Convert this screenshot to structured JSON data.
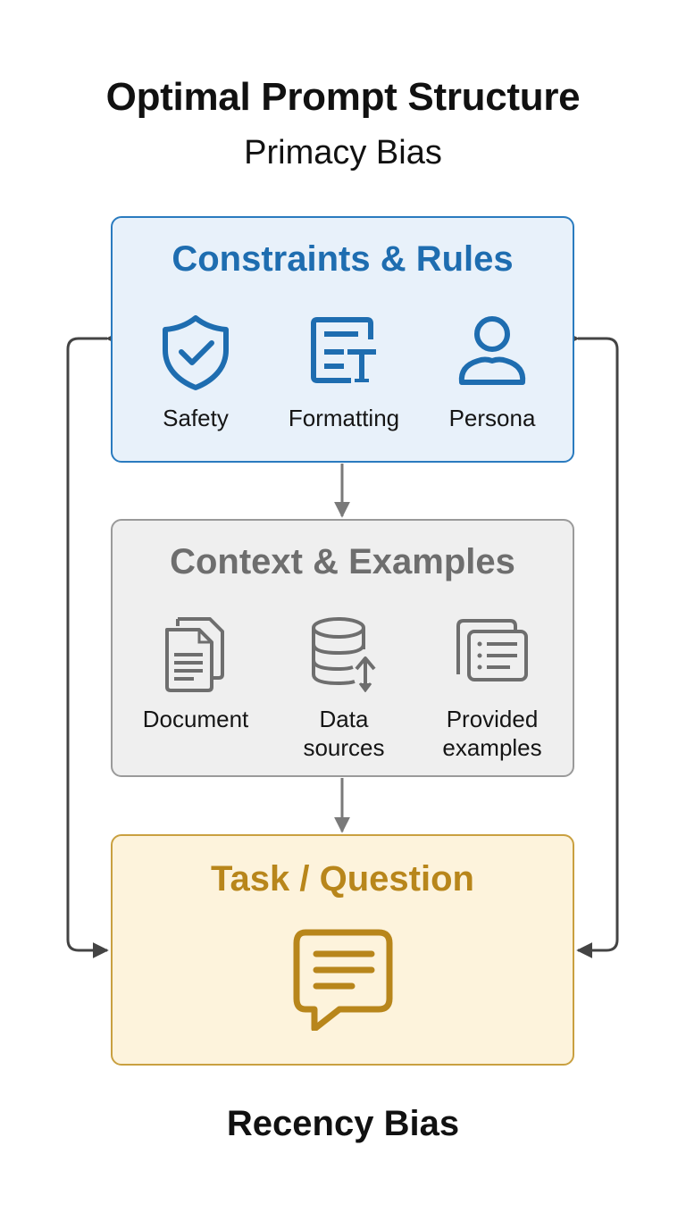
{
  "header": {
    "title": "Optimal Prompt Structure",
    "subtitle": "Primacy Bias"
  },
  "footer": {
    "label": "Recency Bias"
  },
  "colors": {
    "blue": "#1e6db0",
    "blue_bg": "#e8f1fa",
    "gray": "#6e6e6e",
    "gray_bg": "#efefef",
    "gold": "#b8861b",
    "gold_bg": "#fdf3dc",
    "arrow": "#444444"
  },
  "sections": [
    {
      "title": "Constraints & Rules",
      "items": [
        {
          "label": "Safety",
          "icon": "shield-check-icon"
        },
        {
          "label": "Formatting",
          "icon": "text-format-icon"
        },
        {
          "label": "Persona",
          "icon": "user-icon"
        }
      ]
    },
    {
      "title": "Context & Examples",
      "items": [
        {
          "label": "Document",
          "icon": "documents-icon"
        },
        {
          "label": "Data sources",
          "line1": "Data",
          "line2": "sources",
          "icon": "database-icon"
        },
        {
          "label": "Provided examples",
          "line1": "Provided",
          "line2": "examples",
          "icon": "list-cards-icon"
        }
      ]
    },
    {
      "title": "Task / Question",
      "items": [
        {
          "icon": "chat-bubble-icon"
        }
      ]
    }
  ],
  "connectors": [
    {
      "from": "Constraints & Rules",
      "to": "Context & Examples",
      "type": "down-arrow"
    },
    {
      "from": "Context & Examples",
      "to": "Task / Question",
      "type": "down-arrow"
    },
    {
      "from": "Constraints & Rules",
      "to": "Task / Question",
      "type": "bidirectional-left"
    },
    {
      "from": "Constraints & Rules",
      "to": "Task / Question",
      "type": "bidirectional-right"
    }
  ]
}
